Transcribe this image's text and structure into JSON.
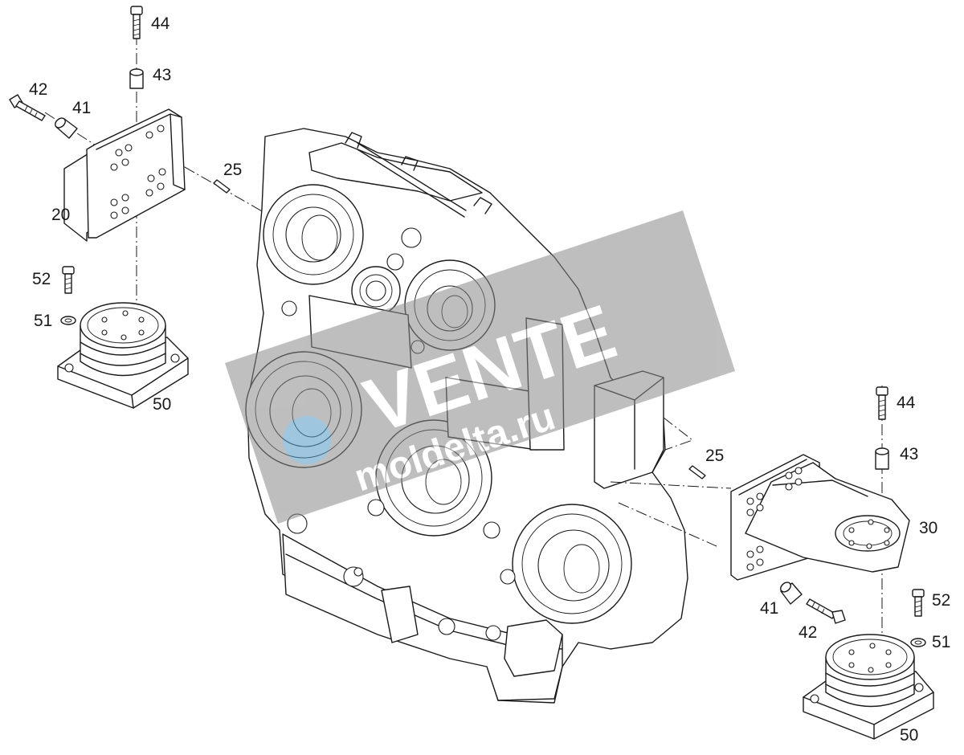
{
  "diagram": {
    "part_labels": [
      {
        "id": "44-top",
        "text": "44"
      },
      {
        "id": "43-top",
        "text": "43"
      },
      {
        "id": "42-left",
        "text": "42"
      },
      {
        "id": "41-left",
        "text": "41"
      },
      {
        "id": "25-left",
        "text": "25"
      },
      {
        "id": "20",
        "text": "20"
      },
      {
        "id": "52-left",
        "text": "52"
      },
      {
        "id": "51-left",
        "text": "51"
      },
      {
        "id": "50-left",
        "text": "50"
      },
      {
        "id": "44-right",
        "text": "44"
      },
      {
        "id": "43-right",
        "text": "43"
      },
      {
        "id": "25-right",
        "text": "25"
      },
      {
        "id": "30",
        "text": "30"
      },
      {
        "id": "41-right",
        "text": "41"
      },
      {
        "id": "42-right",
        "text": "42"
      },
      {
        "id": "52-right",
        "text": "52"
      },
      {
        "id": "51-right",
        "text": "51"
      },
      {
        "id": "50-right",
        "text": "50"
      }
    ],
    "watermark": {
      "brand": "VENTE",
      "domain": "moldelta.ru",
      "color": "#7f7f7f",
      "accent": "#3aa0e0"
    }
  }
}
